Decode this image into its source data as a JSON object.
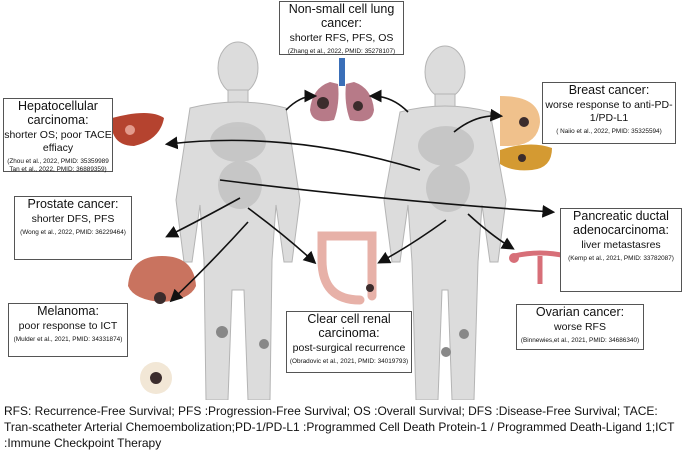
{
  "boxes": {
    "nsclc": {
      "title": "Non-small cell lung cancer:",
      "desc": "shorter RFS, PFS, OS",
      "cite": "(Zhang et al., 2022, PMID: 35278107)"
    },
    "hcc": {
      "title": "Hepatocellular carcinoma:",
      "desc": "shorter OS; poor TACE effiacy",
      "cite": "(Zhou et al., 2022, PMID: 35359989",
      "cite2": "Tan et al., 2022, PMID: 36889359)"
    },
    "breast": {
      "title": "Breast cancer:",
      "desc": "worse response to anti-PD-1/PD-L1",
      "cite": "( Naiio et al., 2022, PMID: 35325594)"
    },
    "prostate": {
      "title": "Prostate cancer:",
      "desc": "shorter DFS, PFS",
      "cite": "(Wong et al., 2022, PMID: 36229464)"
    },
    "pdac": {
      "title": "Pancreatic ductal adenocarcinoma:",
      "desc": "liver metastasres",
      "cite": "(Kemp et al., 2021, PMID: 33782087)"
    },
    "melanoma": {
      "title": "Melanoma:",
      "desc": "poor response to ICT",
      "cite": "(Mulder et al., 2021, PMID: 34331874)"
    },
    "ccrcc": {
      "title": "Clear cell renal carcinoma:",
      "desc": "post-surgical recurrence",
      "cite": "(Obradovic et al., 2021, PMID: 34019793)"
    },
    "ovarian": {
      "title": "Ovarian cancer:",
      "desc": "worse RFS",
      "cite": "(Binnewies,et al., 2021, PMID: 34686340)"
    }
  },
  "footnote": "RFS: Recurrence-Free Survival; PFS :Progression-Free Survival; OS :Overall Survival; DFS :Disease-Free Survival; TACE: Tran-scatheter Arterial Chemoembolization;PD-1/PD-L1 :Programmed Cell Death Protein-1 / Programmed Death-Ligand 1;ICT :Immune Checkpoint Therapy",
  "colors": {
    "body": "#dcdcdc",
    "body_outline": "#b4b4b4",
    "lung": "#b77a88",
    "trachea": "#3a6fb8",
    "liver": "#b5432f",
    "breast": "#f0c18c",
    "bladder": "#c9735f",
    "colon": "#e7b1a8",
    "pancreas": "#d49a32",
    "uterus": "#d76f78",
    "tumor": "#3b2c2c",
    "arrow": "#111111"
  },
  "icons": [
    "lungs-icon",
    "liver-icon",
    "breast-icon",
    "bladder-icon",
    "colon-icon",
    "pancreas-icon",
    "uterus-ovary-icon",
    "skin-lesion-icon",
    "kidney-icon"
  ]
}
